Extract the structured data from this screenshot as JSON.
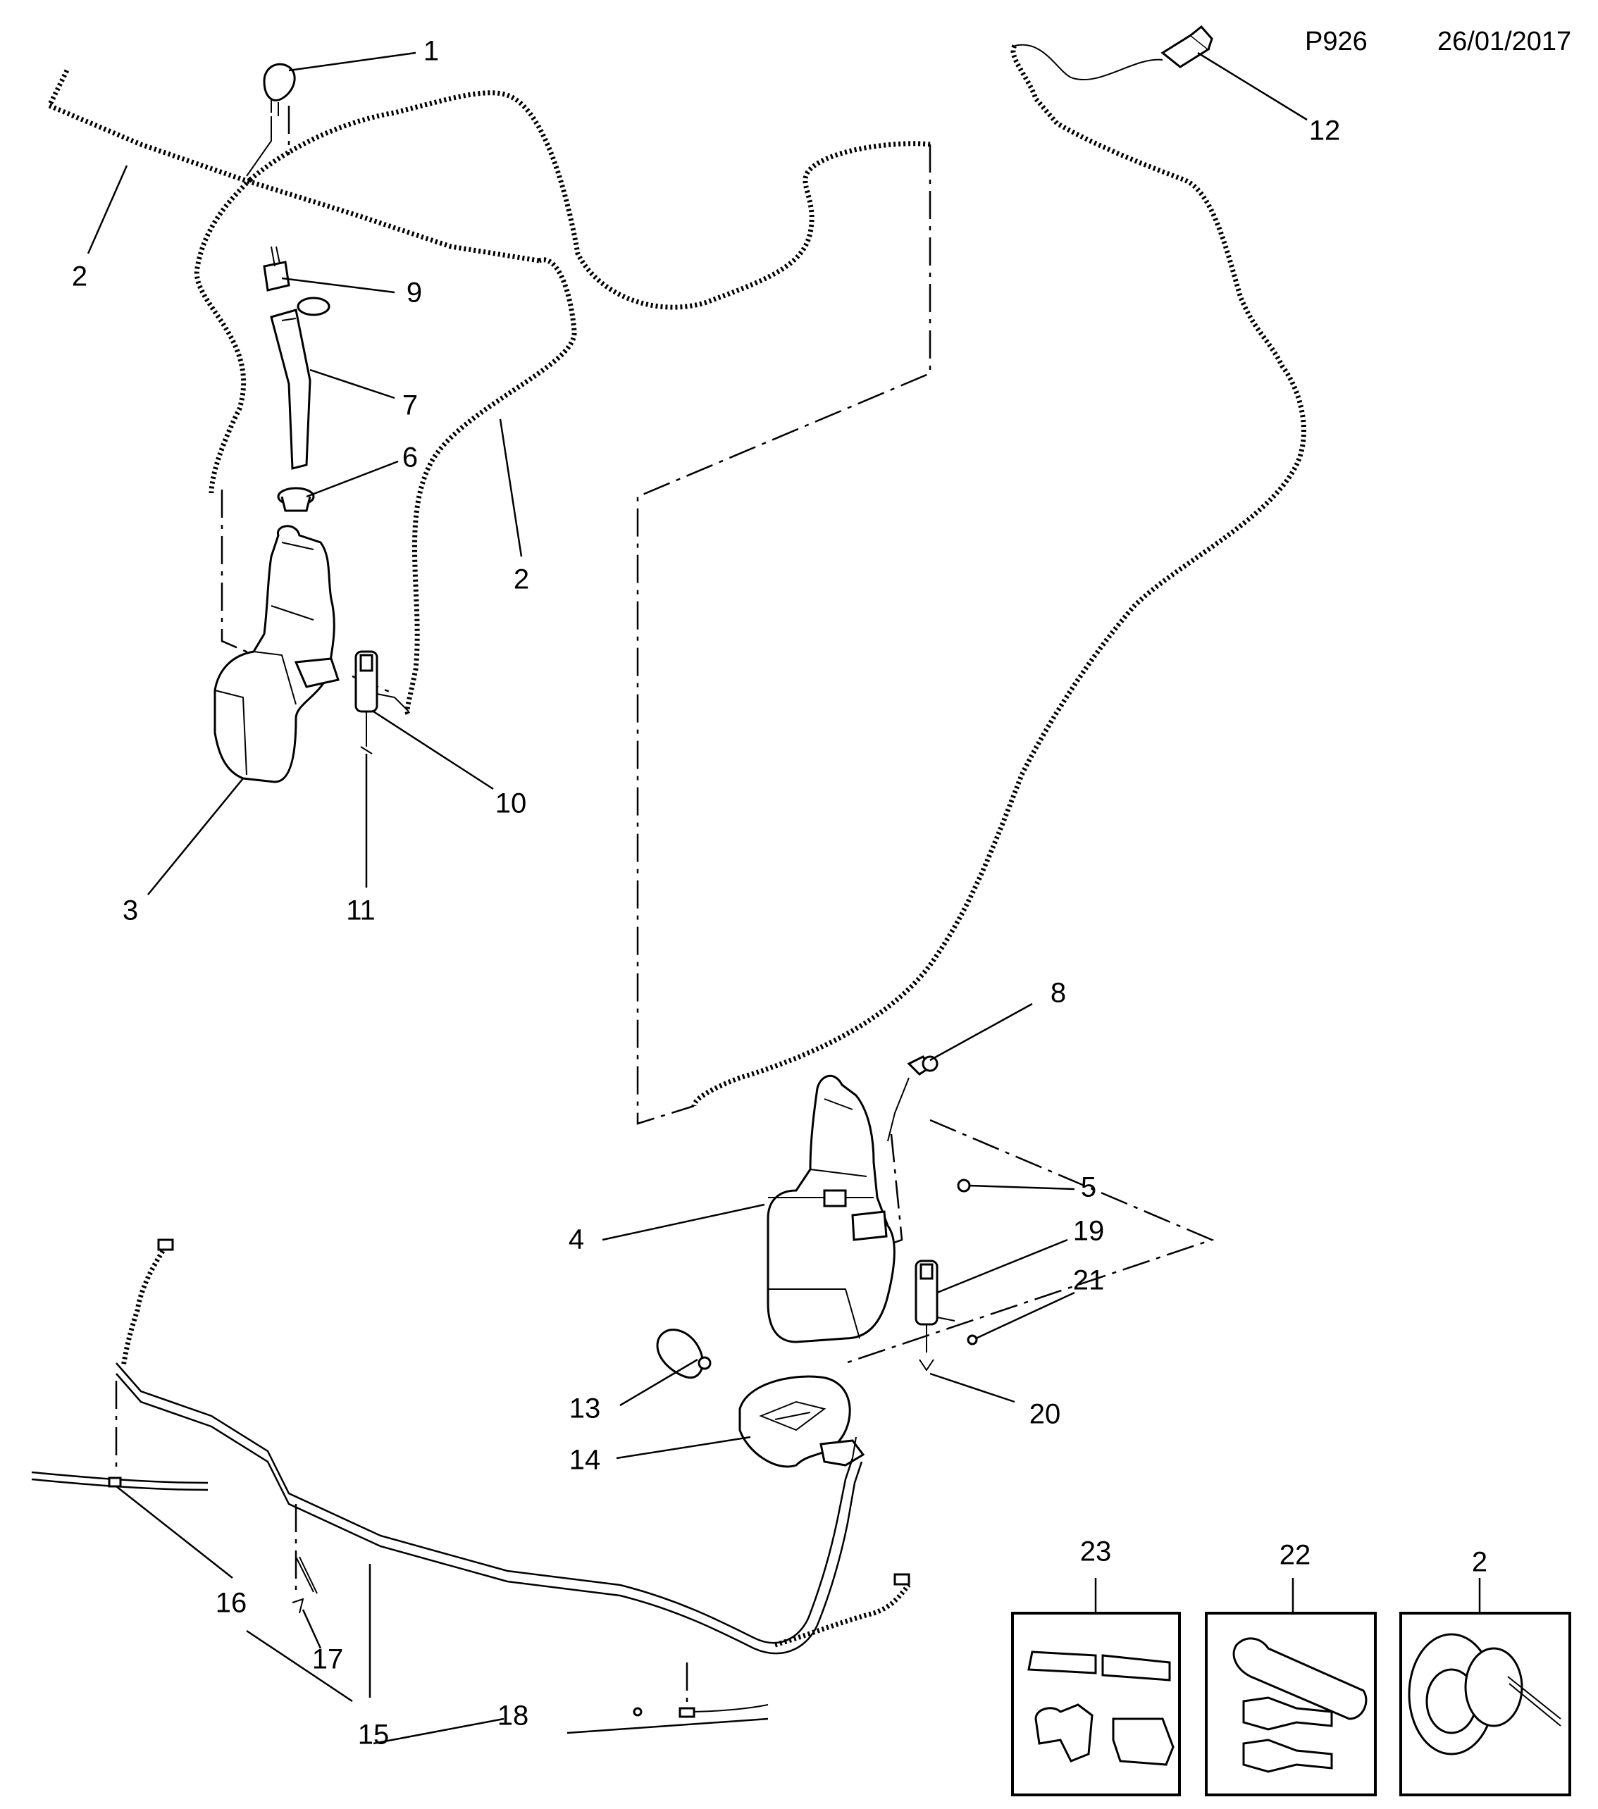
{
  "header": {
    "code": "P926",
    "date": "26/01/2017"
  },
  "callouts": {
    "c1": "1",
    "c2a": "2",
    "c2b": "2",
    "c3": "3",
    "c4": "4",
    "c5": "5",
    "c6": "6",
    "c7": "7",
    "c8": "8",
    "c9": "9",
    "c10": "10",
    "c11": "11",
    "c12": "12",
    "c13": "13",
    "c14": "14",
    "c15": "15",
    "c16": "16",
    "c17": "17",
    "c18": "18",
    "c19": "19",
    "c20": "20",
    "c21": "21",
    "c22": "22",
    "c23": "23",
    "c2c": "2"
  }
}
